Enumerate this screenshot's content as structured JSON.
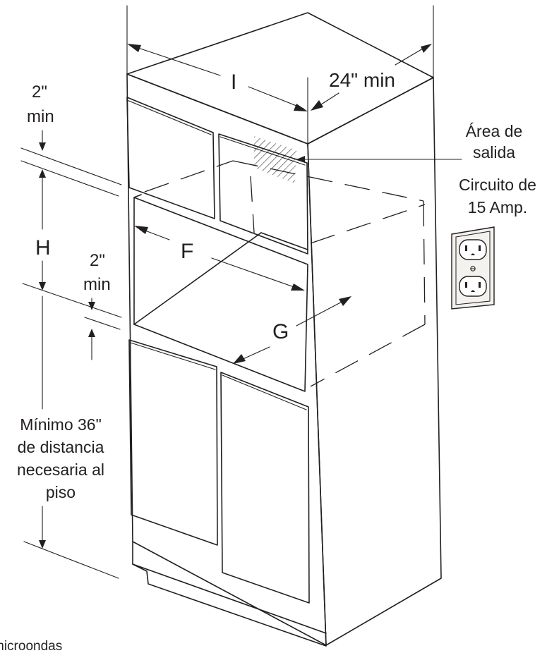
{
  "labels": {
    "width": "I",
    "depth_top": "24\" min",
    "top_gap_value": "2\"",
    "top_gap_unit": "min",
    "opening_height": "H",
    "bottom_gap_value": "2\"",
    "bottom_gap_unit": "min",
    "opening_width": "F",
    "opening_depth": "G",
    "outlet_area_line1": "Área de",
    "outlet_area_line2": "salida",
    "circuit_line1": "Circuito de",
    "circuit_line2": "15  Amp.",
    "floor_line1": "Mínimo 36\"",
    "floor_line2": "de distancia",
    "floor_line3": "necesaria al",
    "floor_line4": "piso",
    "caption_fragment": "microondas"
  },
  "colors": {
    "ink": "#231f20",
    "background": "#ffffff",
    "outlet_plate": "#f4f2ee"
  }
}
